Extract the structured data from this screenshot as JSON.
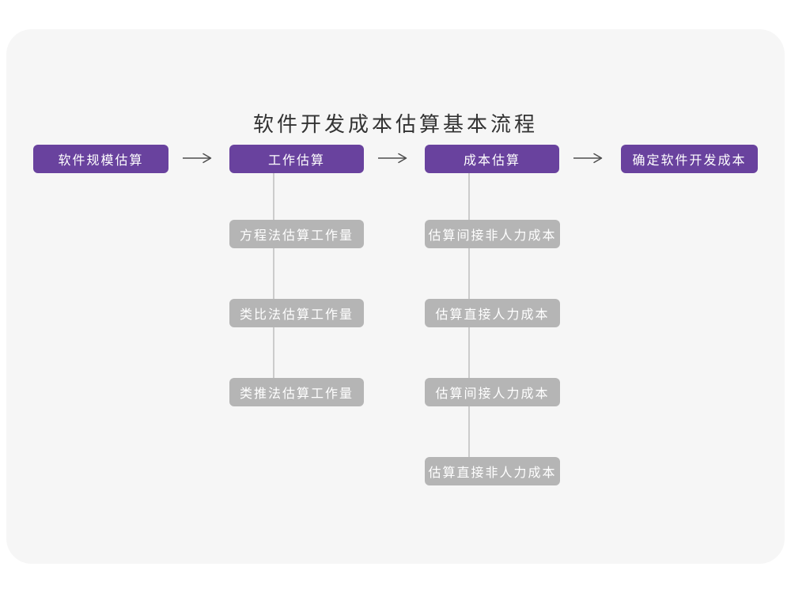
{
  "diagram": {
    "title": "软件开发成本估算基本流程",
    "main_flow": [
      {
        "label": "软件规模估算"
      },
      {
        "label": "工作估算"
      },
      {
        "label": "成本估算"
      },
      {
        "label": "确定软件开发成本"
      }
    ],
    "work_estimation_methods": [
      {
        "label": "方程法估算工作量"
      },
      {
        "label": "类比法估算工作量"
      },
      {
        "label": "类推法估算工作量"
      }
    ],
    "cost_estimation_steps": [
      {
        "label": "估算间接非人力成本"
      },
      {
        "label": "估算直接人力成本"
      },
      {
        "label": "估算间接人力成本"
      },
      {
        "label": "估算直接非人力成本"
      }
    ],
    "icons": {
      "flow_arrow": "arrow-right-icon"
    },
    "colors": {
      "primary_node": "#69429e",
      "secondary_node": "#b5b5b5",
      "node_text": "#ffffff",
      "title_text": "#333333",
      "arrow": "#4d4d4d",
      "connector_line": "#cccccc",
      "card_background": "#f6f6f6",
      "page_background": "#ffffff"
    }
  }
}
